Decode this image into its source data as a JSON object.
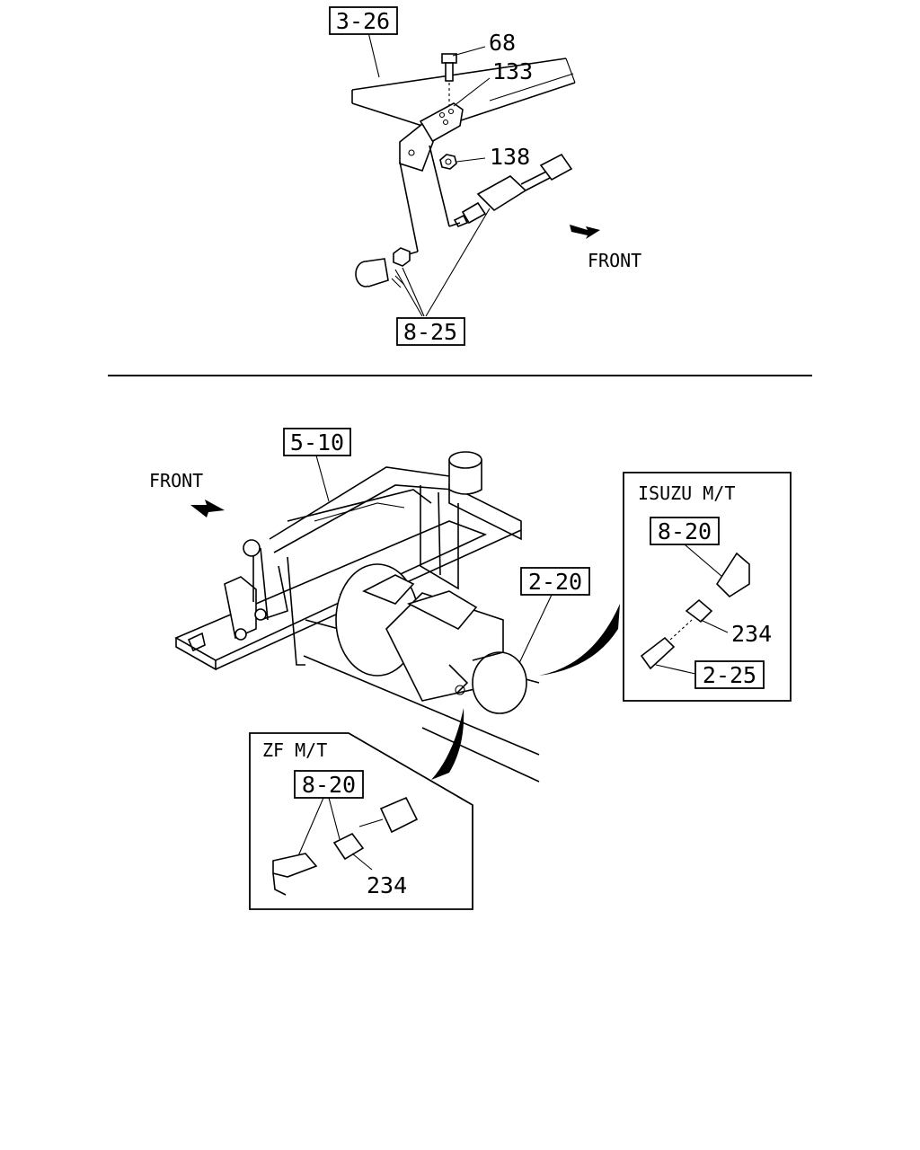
{
  "top_section": {
    "ref_3_26": "3-26",
    "ref_8_25": "8-25",
    "part_68": "68",
    "part_133": "133",
    "part_138": "138",
    "front_label": "FRONT"
  },
  "bottom_section": {
    "ref_5_10": "5-10",
    "ref_2_20": "2-20",
    "front_label": "FRONT",
    "isuzu_box": {
      "title": "ISUZU M/T",
      "ref_8_20": "8-20",
      "part_234": "234",
      "ref_2_25": "2-25"
    },
    "zf_box": {
      "title": "ZF M/T",
      "ref_8_20": "8-20",
      "part_234": "234"
    }
  }
}
